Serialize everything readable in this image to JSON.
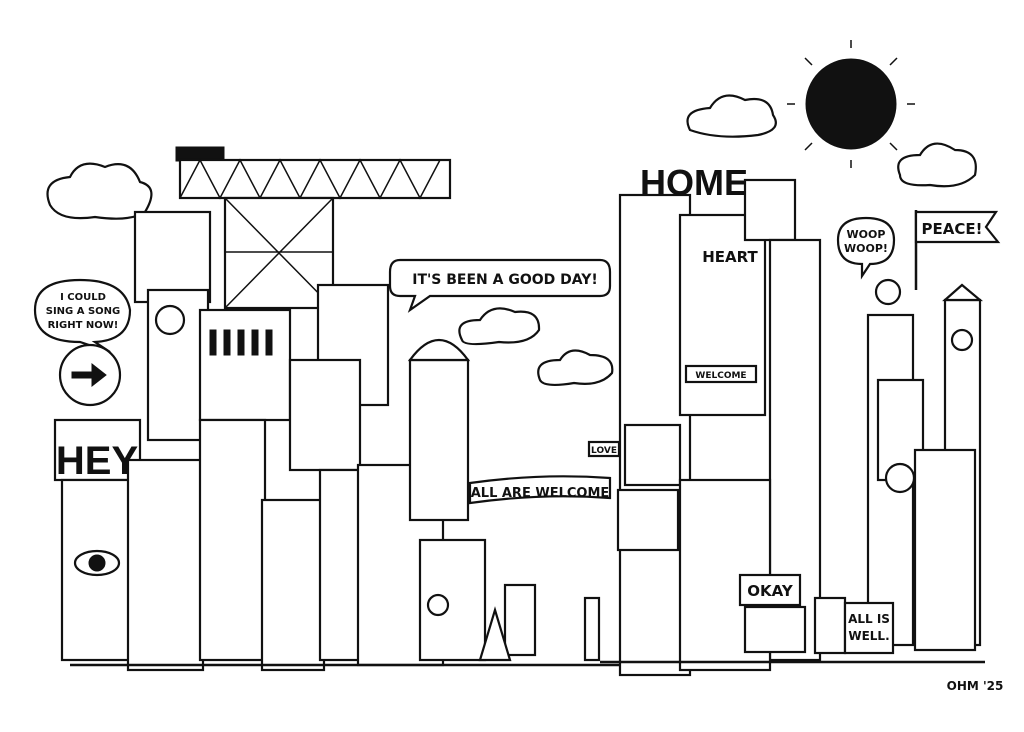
{
  "illustration": {
    "left_bubble": [
      "I COULD",
      "SING A SONG",
      "RIGHT NOW!"
    ],
    "center_bubble": "IT'S BEEN A GOOD DAY!",
    "woop_bubble": [
      "WOOP",
      "WOOP!"
    ],
    "flag": "PEACE!",
    "hey_sign": "HEY",
    "home_sign": "HOME",
    "heart_sign": "HEART",
    "welcome_sign": "WELCOME",
    "love_sign": "LOVE",
    "banner": "ALL ARE WELCOME",
    "okay_sign": "OKAY",
    "all_is_well_sign": [
      "ALL IS",
      "WELL."
    ],
    "signature": "OHM '25"
  },
  "colors": {
    "ink": "#111111",
    "paper": "#ffffff"
  }
}
